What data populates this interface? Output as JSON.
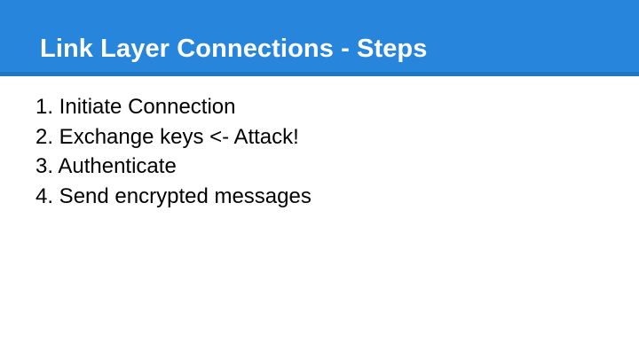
{
  "slide": {
    "title": "Link Layer Connections - Steps",
    "theme": {
      "band_color": "#2785dc",
      "band_accent_color": "#2176c4",
      "title_color": "#ffffff",
      "body_color": "#000000",
      "background_color": "#ffffff"
    },
    "body_lines": [
      "1. Initiate Connection",
      "2. Exchange keys <- Attack!",
      "3. Authenticate",
      "4. Send encrypted messages"
    ]
  }
}
